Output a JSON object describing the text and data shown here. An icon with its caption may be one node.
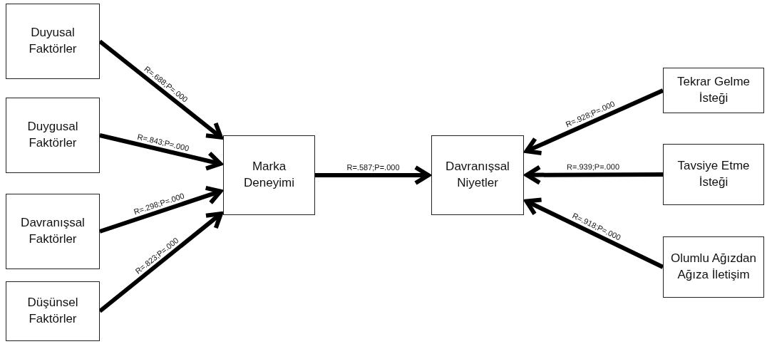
{
  "diagram": {
    "nodes": [
      {
        "text": [
          "Duyusal Faktörler"
        ]
      },
      {
        "text": [
          "Duygusal Faktörler"
        ]
      },
      {
        "text": [
          "Davranışsal Faktörler"
        ]
      },
      {
        "text": [
          "Düşünsel Faktörler"
        ]
      },
      {
        "text": [
          "Marka Deneyimi"
        ]
      },
      {
        "text": [
          "Davranışsal Niyetler"
        ]
      },
      {
        "text": [
          "Tekrar Gelme İsteği"
        ]
      },
      {
        "text": [
          "Tavsiye Etme İsteği"
        ]
      },
      {
        "text": [
          "Olumlu Ağızdan Ağıza İletişim"
        ]
      }
    ],
    "edges": [
      {
        "from": 0,
        "to": 4,
        "arrow": "to",
        "label": "R=.688;P=.000"
      },
      {
        "from": 1,
        "to": 4,
        "arrow": "to",
        "label": "R=.843;P=.000"
      },
      {
        "from": 2,
        "to": 4,
        "arrow": "to",
        "label": "R=.298;P=.000"
      },
      {
        "from": 3,
        "to": 4,
        "arrow": "to",
        "label": "R=.823;P=.000"
      },
      {
        "from": 4,
        "to": 5,
        "arrow": "to",
        "label": "R=.587;P=.000"
      },
      {
        "from": 6,
        "to": 5,
        "arrow": "to",
        "label": "R=.928;P=.000"
      },
      {
        "from": 7,
        "to": 5,
        "arrow": "to",
        "label": "R=.939;P=.000"
      },
      {
        "from": 8,
        "to": 5,
        "arrow": "to",
        "label": "R=.918;P=.000"
      }
    ]
  }
}
